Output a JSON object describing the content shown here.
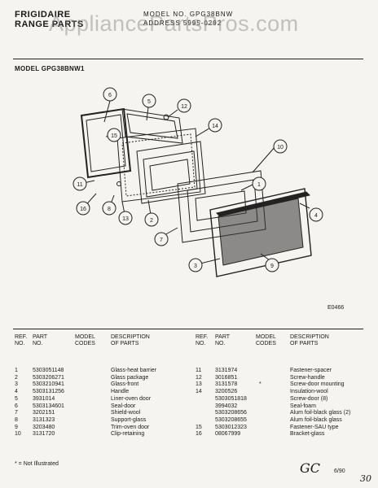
{
  "header": {
    "brand_line1": "FRIGIDAIRE",
    "brand_line2": "RANGE PARTS",
    "right_line1": "MODEL NO. GPG38BNW",
    "right_line2": "ADDRESS 5995-0292"
  },
  "watermark": "AppliancePartsPros.com",
  "model_label": "MODEL GPG38BNW1",
  "callouts": [
    "1",
    "2",
    "3",
    "4",
    "5",
    "6",
    "7",
    "8",
    "9",
    "10",
    "11",
    "12",
    "13",
    "14",
    "15",
    "16"
  ],
  "figure_id": "E0466",
  "columns": {
    "ref": "REF.\nNO.",
    "part": "PART\nNO.",
    "model": "MODEL\nCODES",
    "desc": "DESCRIPTION\nOF PARTS"
  },
  "parts_left": [
    {
      "ref": "1",
      "part": "5303051148",
      "desc": "Glass-heat barrier"
    },
    {
      "ref": "2",
      "part": "5303206271",
      "desc": "Glass package"
    },
    {
      "ref": "3",
      "part": "5303210941",
      "desc": "Glass-front"
    },
    {
      "ref": "4",
      "part": "5303131256",
      "desc": "Handle"
    },
    {
      "ref": "5",
      "part": "3931014",
      "desc": "Liner-oven door"
    },
    {
      "ref": "6",
      "part": "5303134601",
      "desc": "Seal-door"
    },
    {
      "ref": "7",
      "part": "3202151",
      "desc": "Shield-wool"
    },
    {
      "ref": "8",
      "part": "3131323",
      "desc": "Support-glass"
    },
    {
      "ref": "9",
      "part": "3203480",
      "desc": "Trim-oven door"
    },
    {
      "ref": "10",
      "part": "3131720",
      "desc": "Clip-retaining"
    }
  ],
  "parts_right": [
    {
      "ref": "11",
      "part": "3131974",
      "desc": "Fastener-spacer"
    },
    {
      "ref": "12",
      "part": "3016851",
      "desc": "Screw-handle"
    },
    {
      "ref": "13",
      "part": "3131578",
      "mark": "*",
      "desc": "Screw-door mounting"
    },
    {
      "ref": "14",
      "part": "3200526",
      "desc": "Insulation-wool"
    },
    {
      "ref": "",
      "part": "5303051818",
      "desc": "Screw-door (8)"
    },
    {
      "ref": "",
      "part": "3994032",
      "desc": "Seal-foam"
    },
    {
      "ref": "",
      "part": "5303208656",
      "desc": "Alum foil-black glass (2)"
    },
    {
      "ref": "",
      "part": "5303208655",
      "desc": "Alum foil-black glass"
    },
    {
      "ref": "15",
      "part": "5303012323",
      "desc": "Fastener-SAU type"
    },
    {
      "ref": "16",
      "part": "08067999",
      "desc": "Bracket-glass"
    }
  ],
  "footnote": "* = Not Illustrated",
  "signature": "GC",
  "date": "6/90",
  "corner_mark": "30"
}
